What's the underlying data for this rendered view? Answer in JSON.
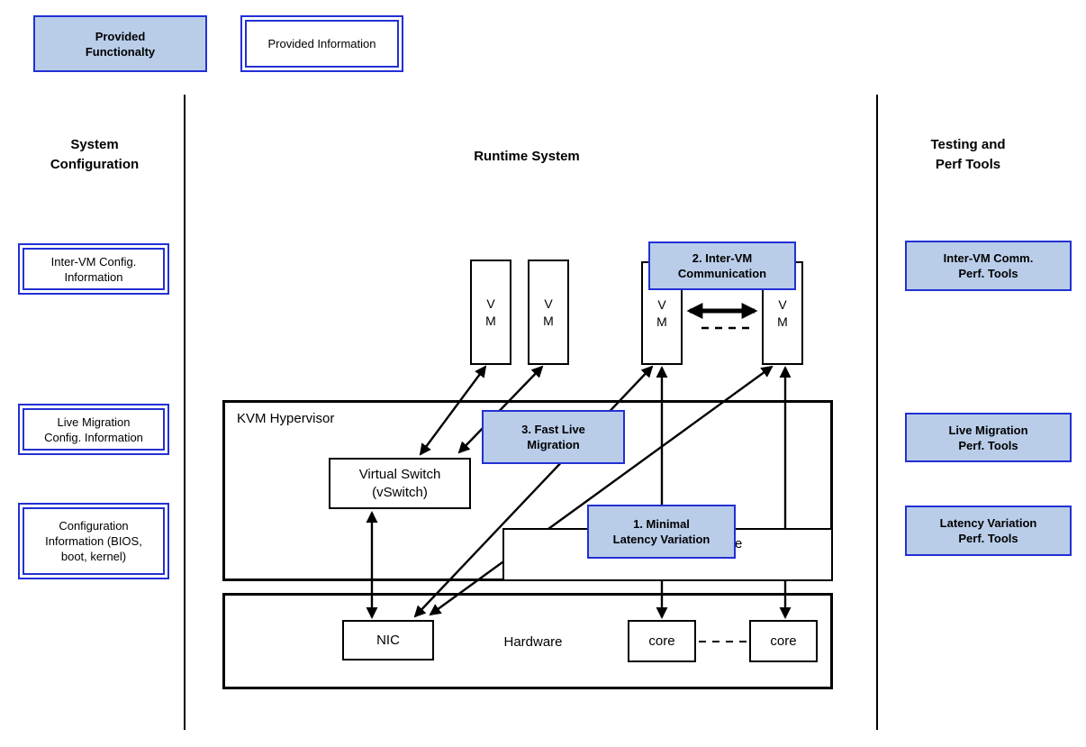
{
  "legend": {
    "functionality": {
      "lines": [
        "Provided",
        "Functionalty"
      ]
    },
    "information": {
      "label": "Provided Information"
    }
  },
  "columns": {
    "left": {
      "title_lines": [
        "System",
        "Configuration"
      ],
      "boxes": [
        {
          "lines": [
            "Inter-VM Config.",
            "Information"
          ]
        },
        {
          "lines": [
            "Live Migration",
            "Config. Information"
          ]
        },
        {
          "lines": [
            "Configuration",
            "Information (BIOS,",
            "boot, kernel)"
          ]
        }
      ]
    },
    "center": {
      "title": "Runtime System"
    },
    "right": {
      "title_lines": [
        "Testing and",
        "Perf Tools"
      ],
      "boxes": [
        {
          "lines": [
            "Inter-VM Comm.",
            "Perf. Tools"
          ]
        },
        {
          "lines": [
            "Live Migration",
            "Perf. Tools"
          ]
        },
        {
          "lines": [
            "Latency Variation",
            "Perf. Tools"
          ]
        }
      ]
    }
  },
  "runtime": {
    "vm_letters": [
      "V",
      "M"
    ],
    "hypervisor_label": "KVM Hypervisor",
    "vswitch_lines": [
      "Virtual Switch",
      "(vSwitch)"
    ],
    "hidden_box_visible_text": "e",
    "hardware_label": "Hardware",
    "nic_label": "NIC",
    "core_label": "core",
    "callouts": [
      {
        "lines": [
          "2. Inter-VM",
          "Communication"
        ]
      },
      {
        "lines": [
          "3. Fast Live",
          "Migration"
        ]
      },
      {
        "lines": [
          "1. Minimal",
          "Latency Variation"
        ]
      }
    ]
  },
  "colors": {
    "callout_fill": "#b9cde9",
    "blue_border": "#2230d4",
    "line_color": "#000000",
    "background": "#ffffff"
  }
}
